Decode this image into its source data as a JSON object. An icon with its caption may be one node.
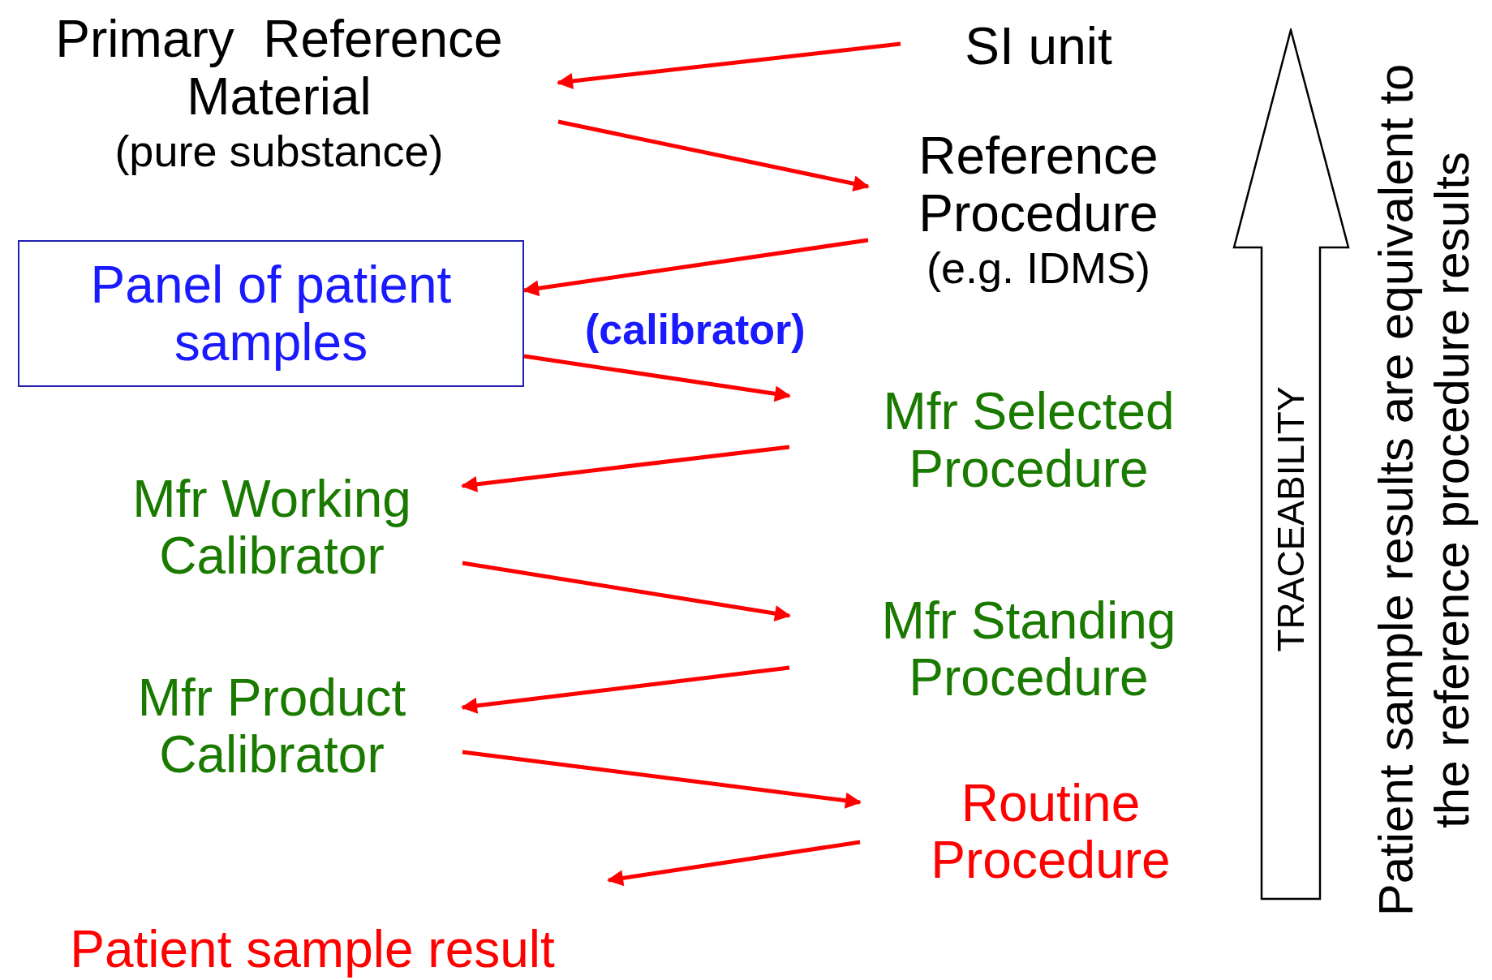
{
  "diagram": {
    "nodes": [
      {
        "text": [
          "Primary  Reference Material",
          "(pure substance)"
        ]
      },
      {
        "text": [
          "SI unit"
        ]
      },
      {
        "text": [
          "Reference Procedure",
          "(e.g. IDMS)"
        ]
      },
      {
        "text": [
          "Panel of patient samples"
        ]
      },
      {
        "text": [
          "Mfr Selected Procedure"
        ]
      },
      {
        "text": [
          "Mfr Working Calibrator"
        ]
      },
      {
        "text": [
          "Mfr Standing Procedure"
        ]
      },
      {
        "text": [
          "Mfr Product Calibrator"
        ]
      },
      {
        "text": [
          "Routine Procedure"
        ]
      },
      {
        "text": [
          "Patient sample result"
        ]
      },
      {
        "text": [
          "TRACEABILITY"
        ]
      }
    ],
    "edges": [
      {
        "from": 1,
        "to": 0,
        "arrow": "to"
      },
      {
        "from": 0,
        "to": 2,
        "arrow": "to"
      },
      {
        "from": 2,
        "to": 3,
        "arrow": "to"
      },
      {
        "from": 3,
        "to": 4,
        "arrow": "to"
      },
      {
        "from": 4,
        "to": 5,
        "arrow": "to"
      },
      {
        "from": 5,
        "to": 6,
        "arrow": "to"
      },
      {
        "from": 6,
        "to": 7,
        "arrow": "to"
      },
      {
        "from": 7,
        "to": 8,
        "arrow": "to"
      },
      {
        "from": 8,
        "to": 9,
        "arrow": "to"
      }
    ],
    "labels": [
      "(calibrator)",
      "Patient sample results are equivalent to the reference procedure results"
    ]
  }
}
